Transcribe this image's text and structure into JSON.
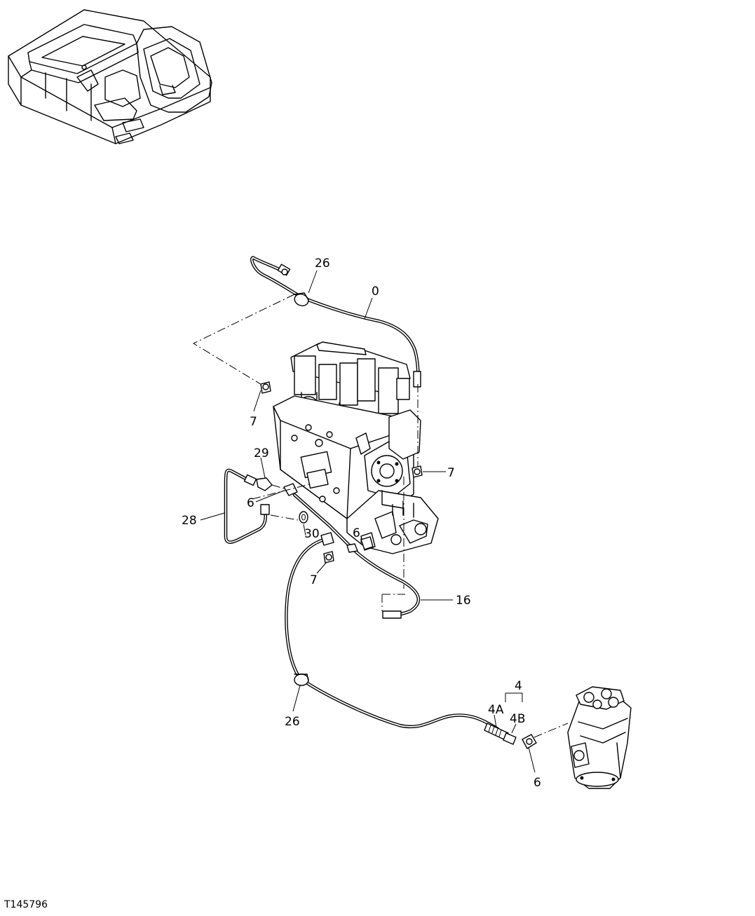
{
  "document_id": "T145796",
  "callouts": {
    "hose_main": "0",
    "fitting_a": "4",
    "hose_end_a": "4A",
    "hose_end_b": "4B",
    "elbow_6_upper": "6",
    "elbow_6_middle": "6",
    "elbow_6_lower": "6",
    "fitting_7_left": "7",
    "fitting_7_right": "7",
    "fitting_7_lower": "7",
    "hose_16": "16",
    "clamp_26_upper": "26",
    "clamp_26_lower": "26",
    "tube_28": "28",
    "fitting_29": "29",
    "fitting_30": "30"
  }
}
